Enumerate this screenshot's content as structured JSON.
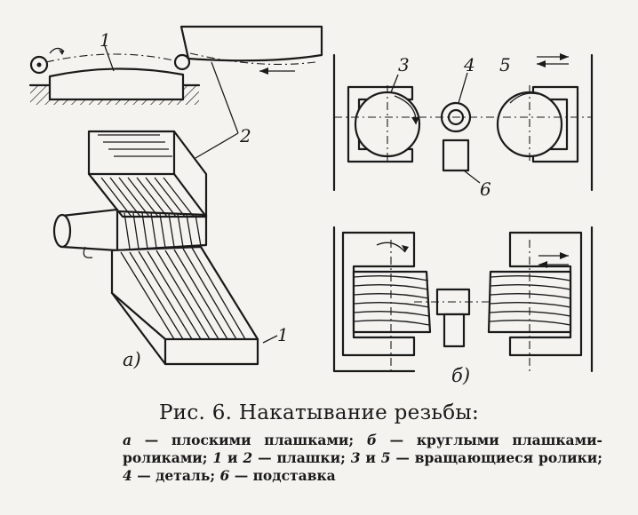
{
  "figure": {
    "caption_title": "Рис. 6. Накатывание резьбы:",
    "labels": {
      "flat_die_1_top": "1",
      "die_2": "2",
      "roller_3": "3",
      "part_4": "4",
      "roller_5": "5",
      "support_6": "6",
      "flat_die_1_bottom": "1",
      "panel_a": "а)",
      "panel_b": "б)"
    },
    "legend": {
      "a_key": "а",
      "a_text": " — плоскими плашками; ",
      "b_key": "б",
      "b_text": " — круглыми плашками-роликами; ",
      "n1": "1",
      "and1": " и ",
      "n2": "2",
      "dies_text": " — плашки; ",
      "n3": "3",
      "and2": " и ",
      "n5": "5",
      "rollers_text": " — вращающиеся ролики; ",
      "n4": "4",
      "part_text": " — деталь; ",
      "n6": "6",
      "support_text": " — подставка"
    }
  }
}
